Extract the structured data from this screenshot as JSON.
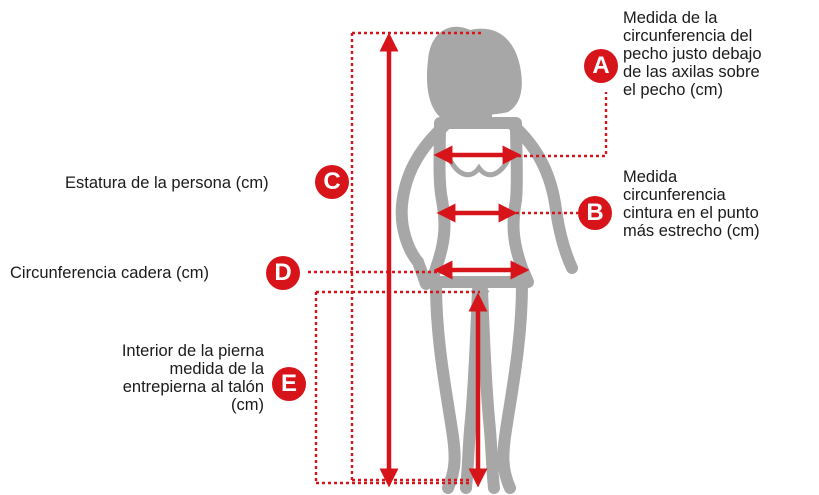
{
  "colors": {
    "accent": "#d7141a",
    "silhouette": "#a7a7a7",
    "text": "#1a1a1a"
  },
  "badges": {
    "a": "A",
    "b": "B",
    "c": "C",
    "d": "D",
    "e": "E"
  },
  "labels": {
    "a": [
      "Medida de la",
      "circunferencia del",
      "pecho justo debajo",
      "de las axilas sobre",
      "el pecho (cm)"
    ],
    "b": [
      "Medida",
      "circunferencia",
      "cintura en el punto",
      "más estrecho (cm)"
    ],
    "c": [
      "Estatura de la persona (cm)"
    ],
    "d": [
      "Circunferencia cadera (cm)"
    ],
    "e": [
      "Interior de la pierna",
      "medida de la",
      "entrepierna al talón",
      "(cm)"
    ]
  }
}
